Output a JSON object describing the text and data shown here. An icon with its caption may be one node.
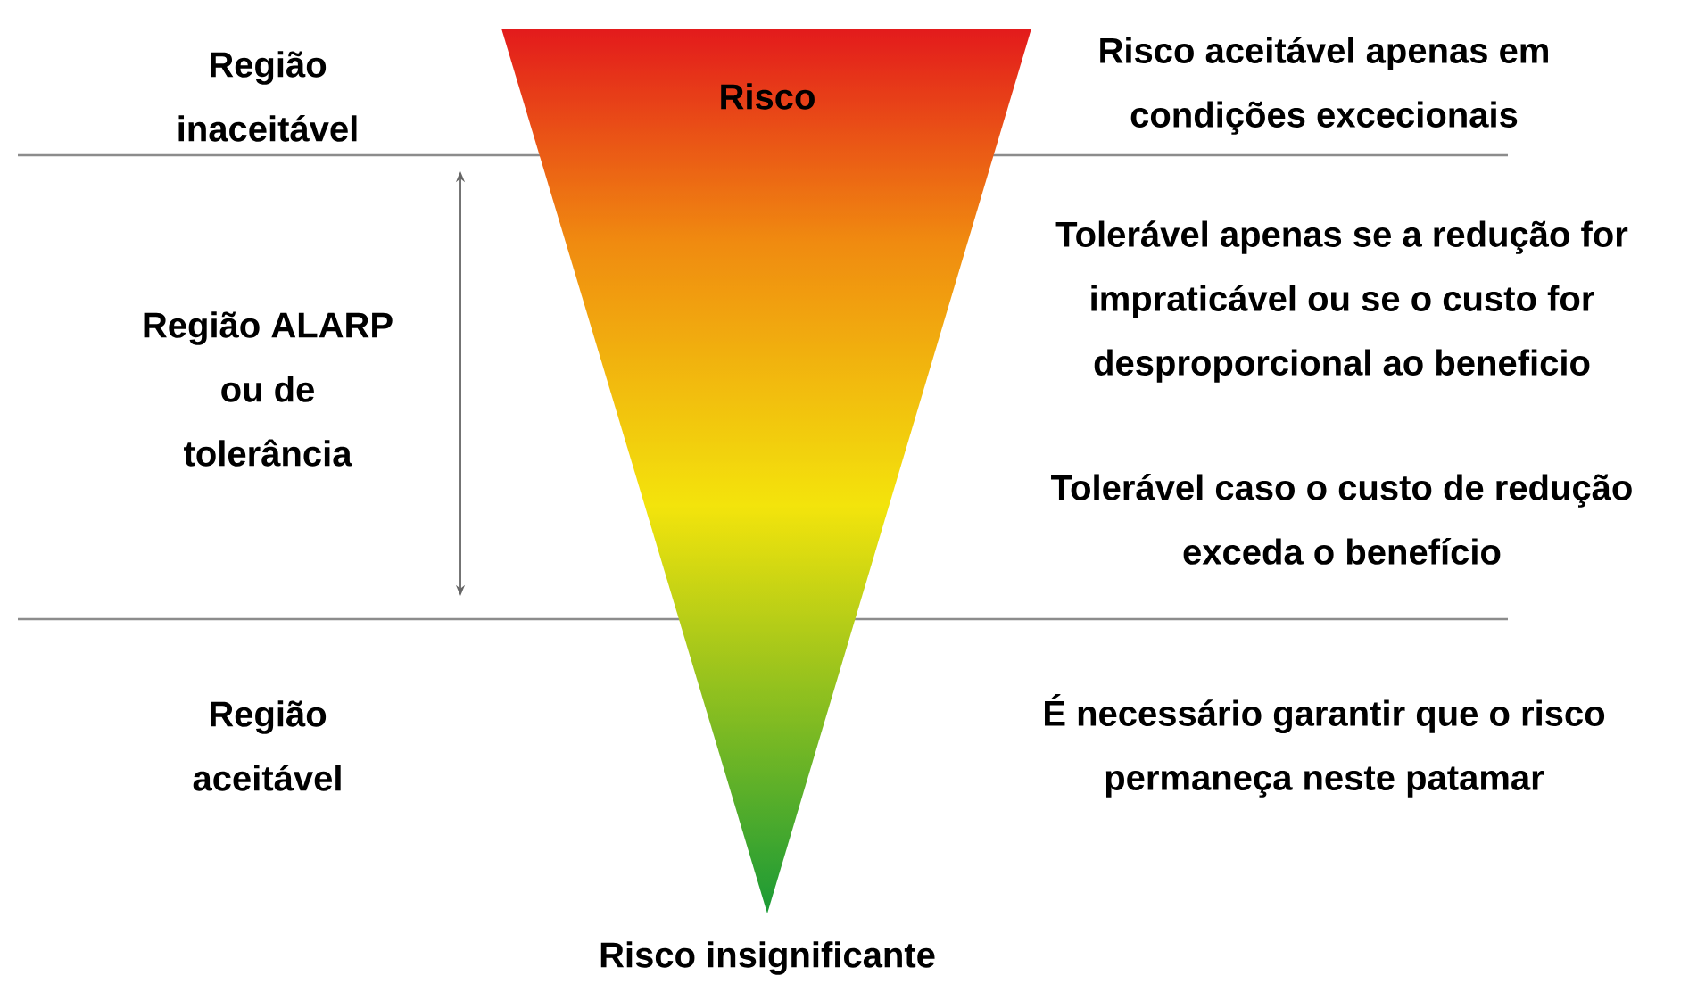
{
  "diagram": {
    "nodes": [
      {
        "text": [
          "Risco"
        ]
      }
    ],
    "labels": [
      "Região inaceitável",
      "Risco aceitável apenas em condições excecionais",
      "Região ALARP ou de tolerância",
      "Tolerável apenas se a redução for impraticável ou se o custo for desproporcional ao beneficio",
      "Tolerável caso o custo de redução exceda o benefício",
      "Região aceitável",
      "É necessário garantir que o risco permaneça neste patamar",
      "Risco insignificante"
    ]
  }
}
